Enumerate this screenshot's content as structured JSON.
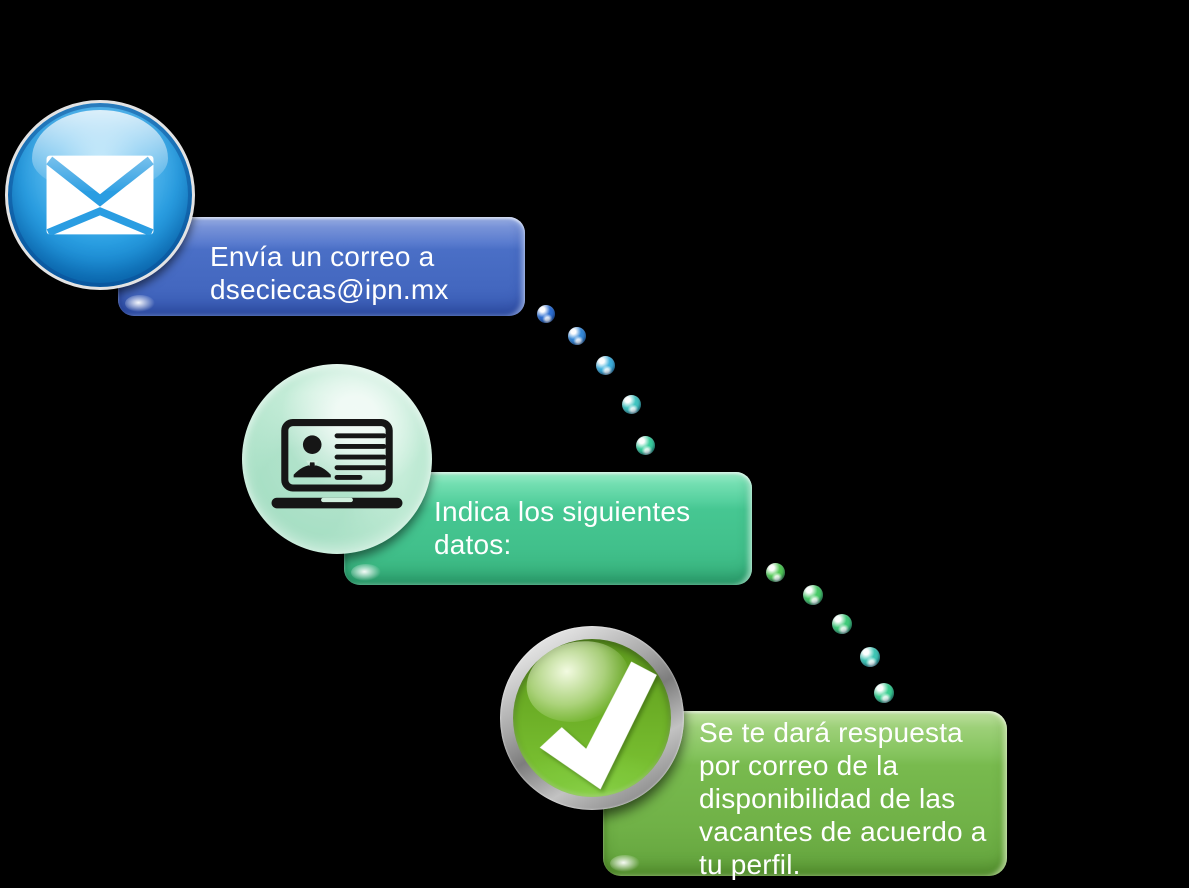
{
  "diagram": {
    "background_color": "#000000",
    "text_color": "#ffffff",
    "steps": [
      {
        "id": "send-email",
        "icon": "envelope-icon",
        "icon_style": "glossy-blue-sphere",
        "icon_colors": {
          "sphere": "#1f97dd",
          "ring": "#e3e3e3",
          "envelope_outline": "#2a9de2",
          "envelope_fill": "#ffffff"
        },
        "bubble_color": "#4a6fc6",
        "text": "Envía un correo a\ndseciecas@ipn.mx"
      },
      {
        "id": "provide-data",
        "icon": "laptop-id-card-icon",
        "icon_style": "mint-watercolor-circle",
        "icon_colors": {
          "circle": "#c9eedb",
          "glyph": "#161616"
        },
        "bubble_color": "#46c792",
        "text": "Indica los siguientes\ndatos:"
      },
      {
        "id": "receive-response",
        "icon": "check-mark-icon",
        "icon_style": "glossy-green-button-silver-ring",
        "icon_colors": {
          "sphere": "#76bc2f",
          "ring": "#b9b9b9",
          "check": "#ffffff"
        },
        "bubble_color": "#78ba4e",
        "text": "Se te dará respuesta\npor correo de la\ndisponibilidad de las\nvacantes de acuerdo a\ntu perfil."
      }
    ],
    "trails": [
      {
        "from": "send-email",
        "to": "provide-data",
        "beads": [
          "#2d6fd2",
          "#3589d8",
          "#3eb0dc",
          "#40c4c0",
          "#39cd9c"
        ]
      },
      {
        "from": "provide-data",
        "to": "receive-response",
        "beads": [
          "#52c955",
          "#47c967",
          "#3fca79",
          "#3ec6b4",
          "#3bce90"
        ]
      }
    ]
  }
}
